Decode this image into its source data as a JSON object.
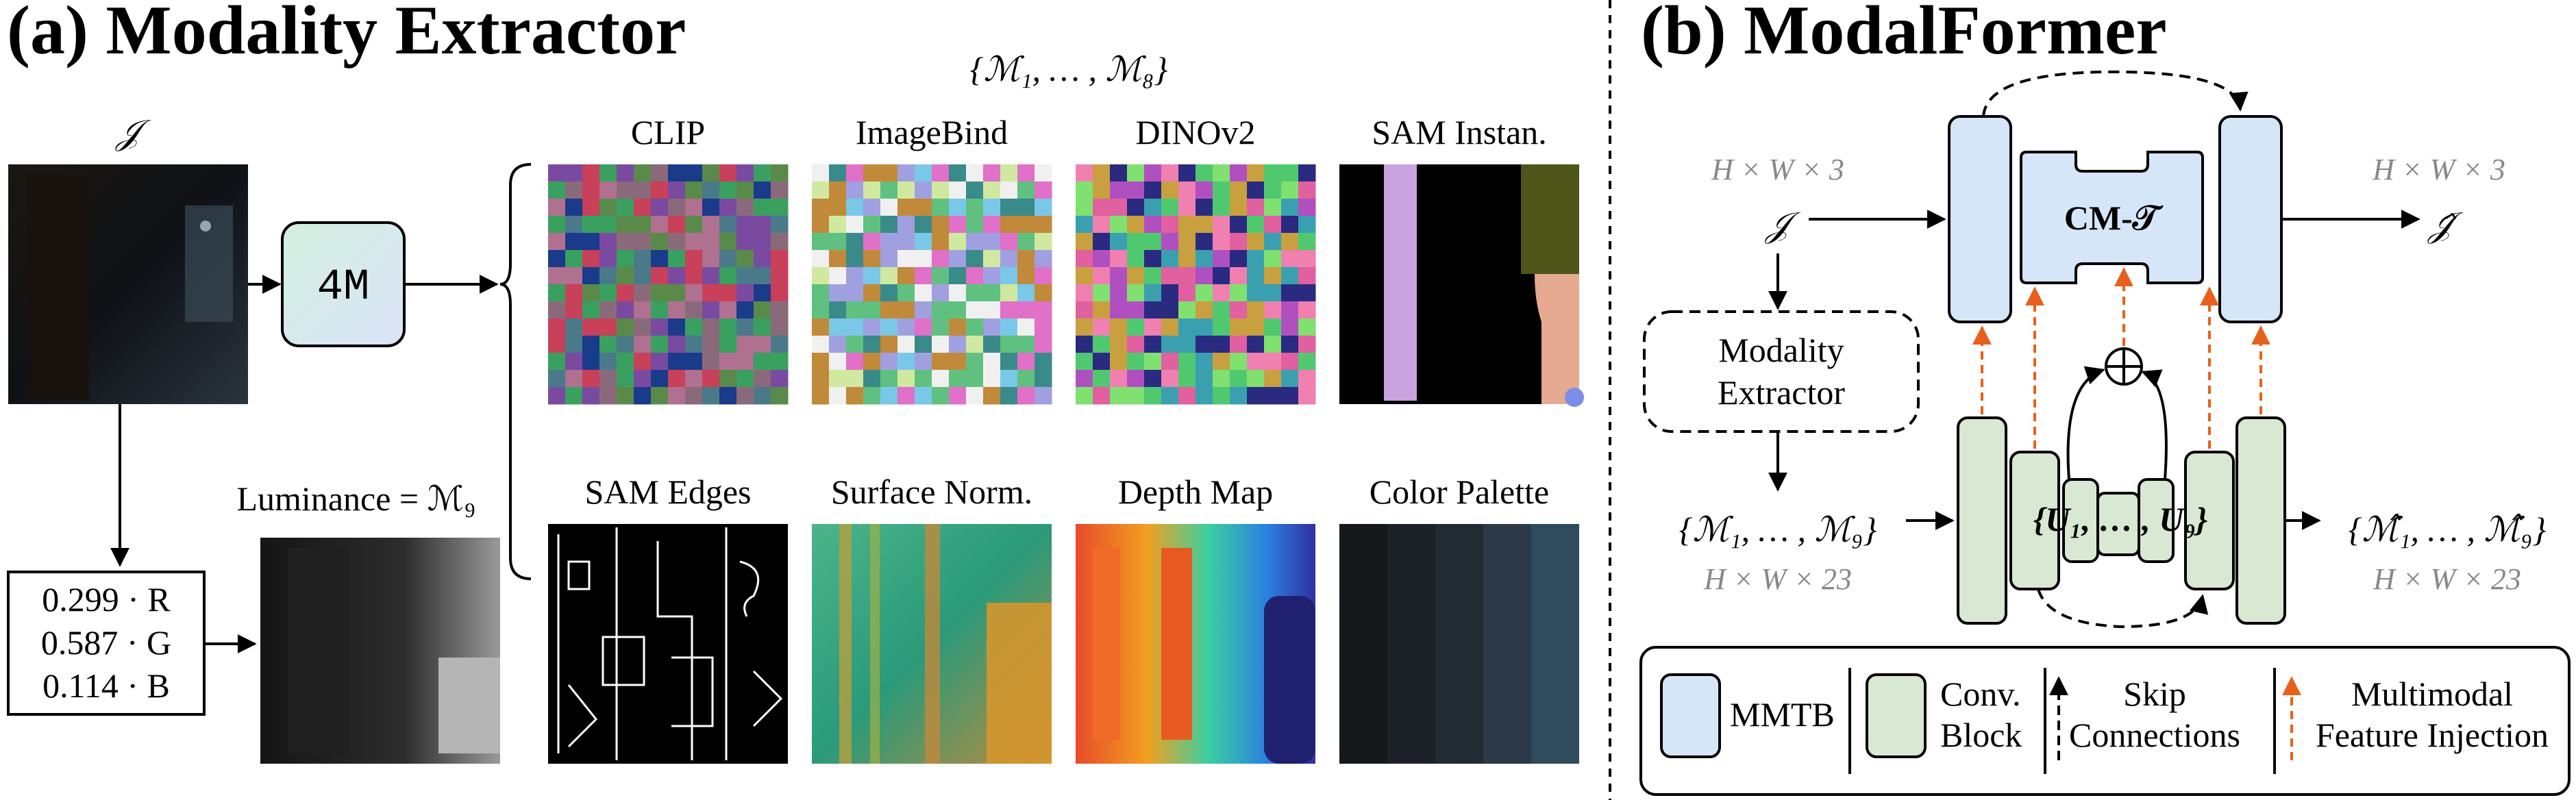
{
  "panel_a": {
    "title": "(a) Modality Extractor",
    "input_symbol": "𝒥",
    "model_box": "4M",
    "modalities_set": "{ℳ₁, … , ℳ₈}",
    "luminance_label": "Luminance = ℳ₉",
    "formula": [
      "0.299 · R",
      "0.587 · G",
      "0.114 · B"
    ],
    "modality_labels": [
      "CLIP",
      "ImageBind",
      "DINOv2",
      "SAM Instan.",
      "SAM Edges",
      "Surface Norm.",
      "Depth Map",
      "Color Palette"
    ]
  },
  "panel_b": {
    "title": "(b) ModalFormer",
    "input_dims": "H × W × 3",
    "output_dims": "H × W × 3",
    "input_symbol": "𝒥",
    "output_symbol": "𝒥̂",
    "core_label": "CM-𝒯",
    "extractor_box": [
      "Modality",
      "Extractor"
    ],
    "modal_in": "{ℳ₁, … , ℳ₉}",
    "modal_in_dims": "H × W × 23",
    "modal_out": "{ℳ̂₁, … , ℳ̂₉}",
    "modal_out_dims": "H × W × 23",
    "bottleneck": "{U₁, … , U₉}",
    "legend": [
      {
        "label": "MMTB"
      },
      {
        "label": "Conv.\nBlock"
      },
      {
        "label": "Skip\nConnections"
      },
      {
        "label": "Multimodal\nFeature Injection"
      }
    ]
  },
  "colors": {
    "mmtb_fill": "#d6e6f9",
    "conv_fill": "#d8e8d3",
    "injection_arrow": "#e8601c",
    "core_text": "#1f3a66",
    "bottleneck_text": "#3d6b35",
    "dims_text": "#888888"
  }
}
